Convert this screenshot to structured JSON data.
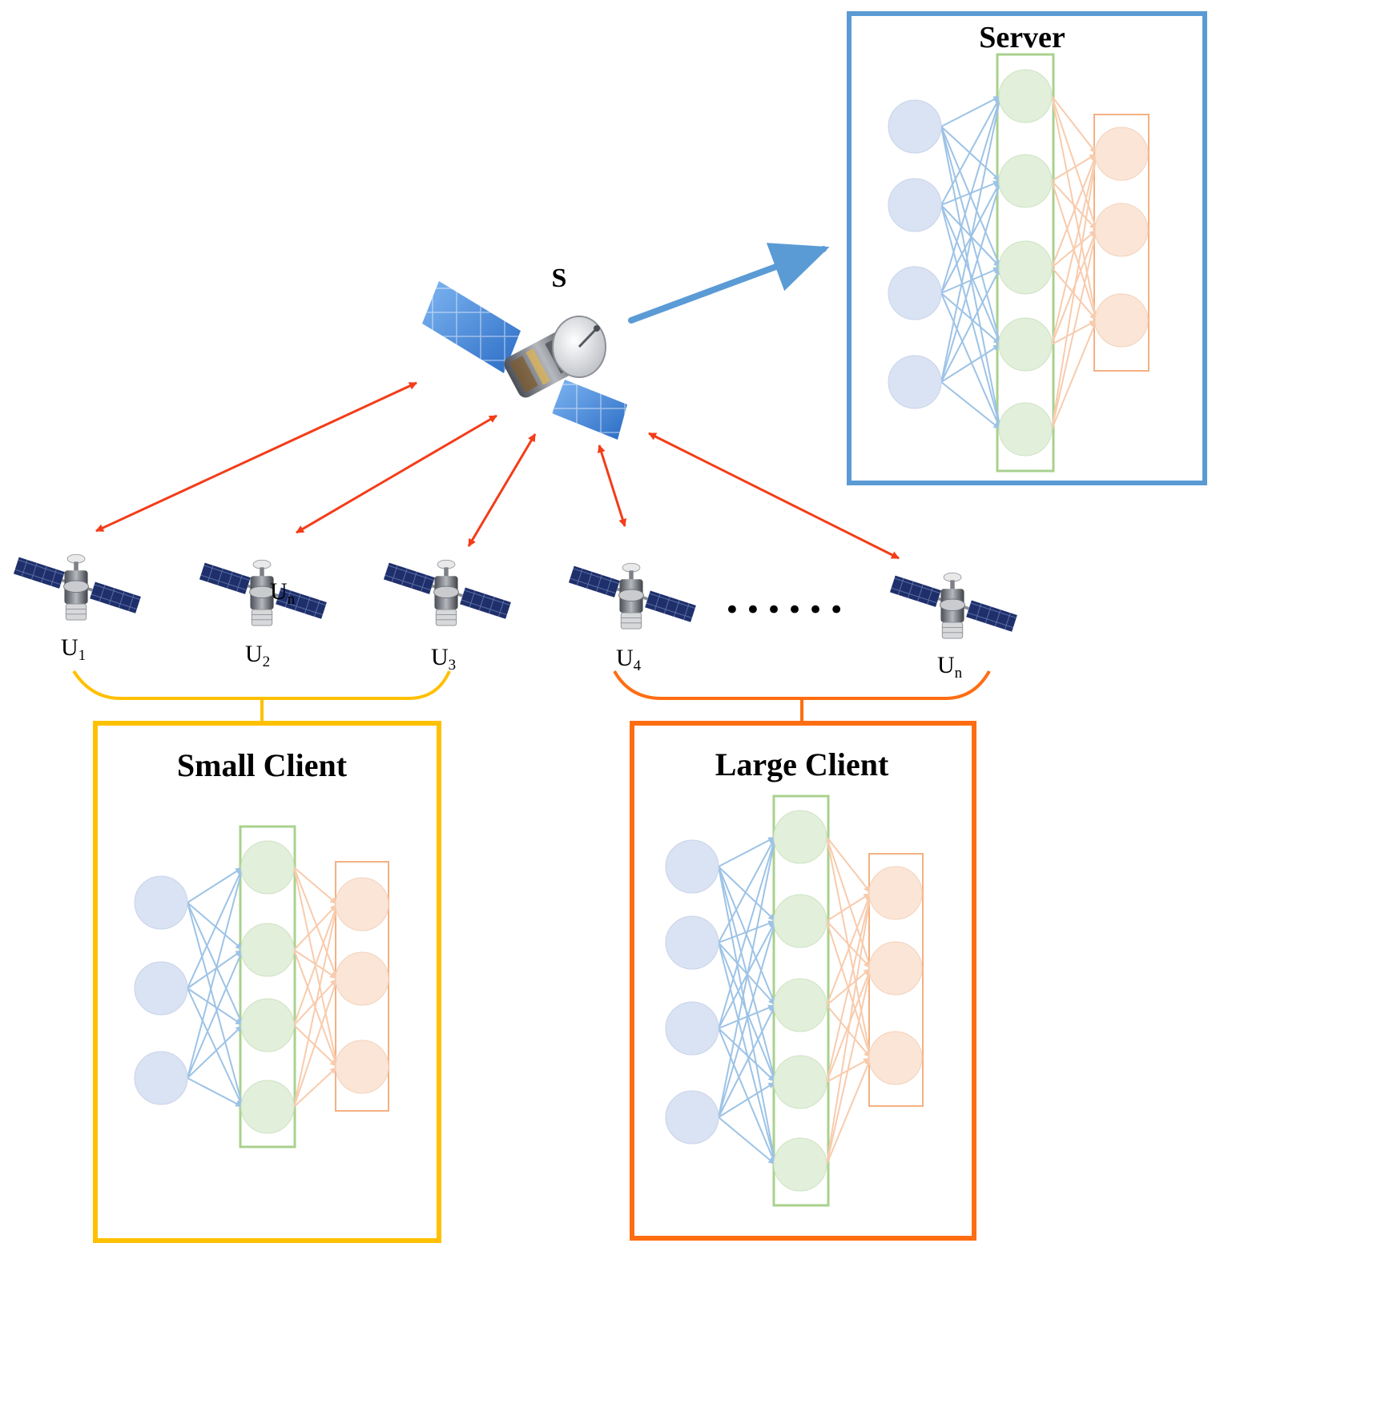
{
  "server": {
    "title": "Server"
  },
  "central_satellite": {
    "label": "S"
  },
  "clients": [
    {
      "label_base": "U",
      "label_sub": "1"
    },
    {
      "label_base": "U",
      "label_sub": "2"
    },
    {
      "label_base": "U",
      "label_sub": "3"
    },
    {
      "label_base": "U",
      "label_sub": "4"
    },
    {
      "label_base": "U",
      "label_sub": "n"
    }
  ],
  "overlay_label": {
    "base": "U",
    "sub": "n"
  },
  "ellipsis": "••••••",
  "small_client": {
    "title": "Small Client"
  },
  "large_client": {
    "title": "Large Client"
  },
  "colors": {
    "server_border": "#5b9bd5",
    "small_client_border": "#ffc000",
    "large_client_border": "#ff6d12",
    "link_arrow": "#f43c18",
    "server_arrow": "#5b9bd5",
    "input_node": "#dae3f3",
    "hidden_node": "#e2efda",
    "output_node": "#fbe5d6",
    "hidden_box": "#a9d18e",
    "output_box": "#f4b183",
    "edge_blue": "#9dc3e6",
    "edge_orange": "#f8cbad"
  }
}
